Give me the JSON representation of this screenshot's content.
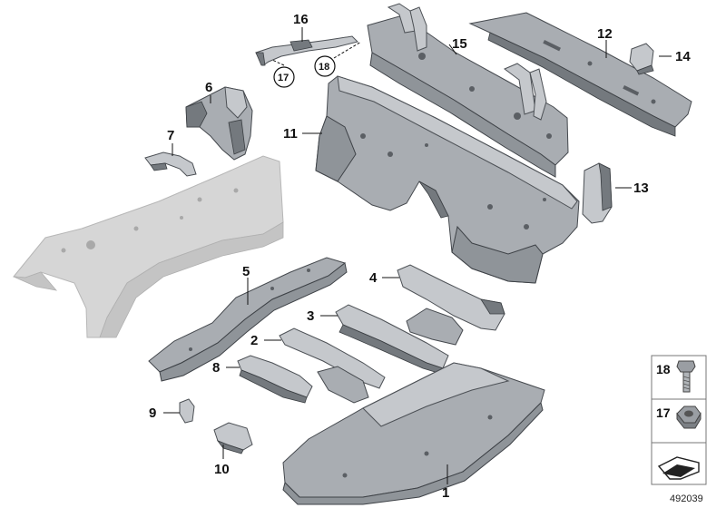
{
  "diagram": {
    "id_number": "492039",
    "callouts": [
      "1",
      "2",
      "3",
      "4",
      "5",
      "6",
      "7",
      "8",
      "9",
      "10",
      "11",
      "12",
      "13",
      "14",
      "15",
      "16"
    ],
    "circled_callouts": [
      "17",
      "18"
    ],
    "legend": {
      "items": [
        "18",
        "17"
      ]
    }
  }
}
